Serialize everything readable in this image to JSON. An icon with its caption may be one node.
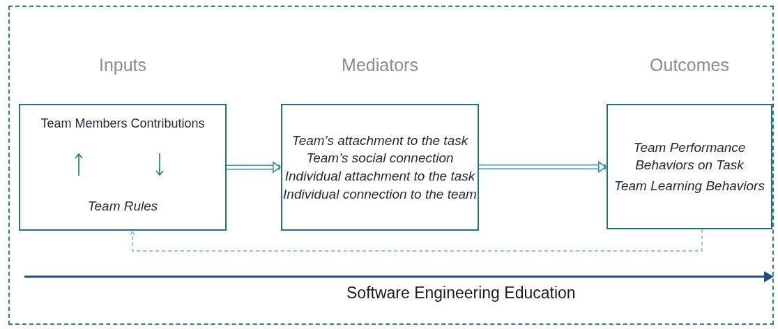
{
  "diagram": {
    "nodes": [
      {
        "text": [],
        "shape": "box"
      },
      {
        "text": [
          "Inputs",
          "Team Members Contributions",
          "Team Rules"
        ],
        "in": 0
      },
      {
        "text": [
          "Mediators",
          "Team’s attachment to the task",
          "Team’s social connection",
          "Individual attachment to the task",
          "Individual connection to the team"
        ],
        "in": 0
      },
      {
        "text": [
          "Outcomes",
          "Team Performance Behaviors on Task",
          "Team Learning Behaviors"
        ],
        "in": 0
      }
    ],
    "edges": [
      {
        "from": 1,
        "to": 2,
        "arrow": "to"
      },
      {
        "from": 2,
        "to": 3,
        "arrow": "to"
      },
      {
        "from": 3,
        "to": 1,
        "arrow": "to",
        "style": "dashed",
        "color": "#6fb3bd"
      }
    ],
    "labels": [
      "Software Engineering Education"
    ]
  }
}
